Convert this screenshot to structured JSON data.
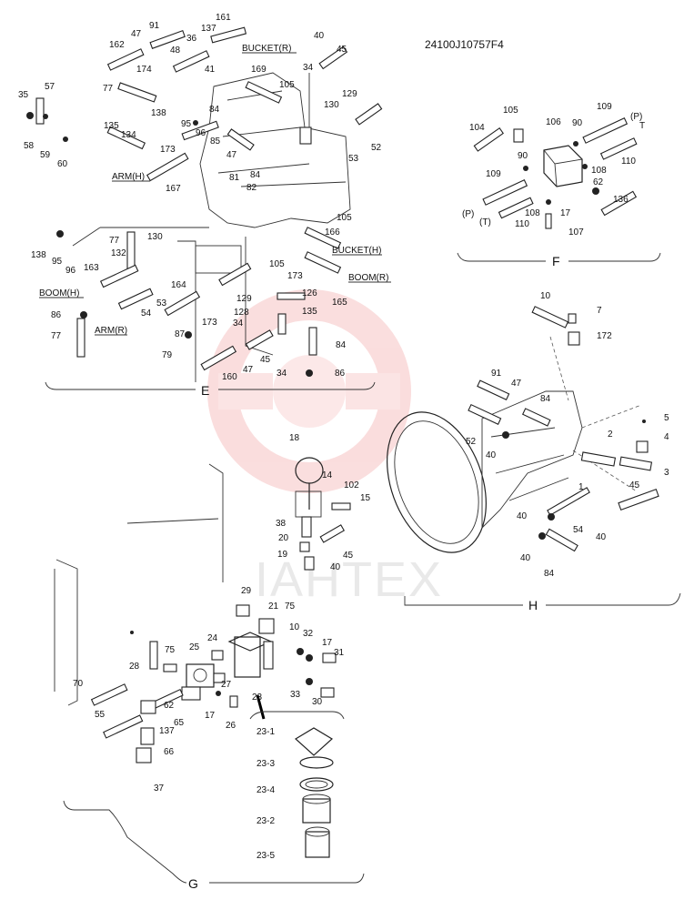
{
  "drawing_code": "24100J10757F4",
  "watermark": "IAHTEX",
  "sections": {
    "E": "E",
    "F": "F",
    "G": "G",
    "H": "H"
  },
  "hose_labels": {
    "bucket_r": "BUCKET(R)",
    "arm_h": "ARM(H)",
    "bucket_h": "BUCKET(H)",
    "boom_r": "BOOM(R)",
    "boom_h": "BOOM(H)",
    "arm_r": "ARM(R)"
  },
  "port_labels": {
    "p1": "(P)",
    "t1": "T",
    "p2": "(P)",
    "t2": "(T)"
  },
  "part_numbers_E": [
    "91",
    "161",
    "137",
    "162",
    "47",
    "36",
    "48",
    "40",
    "45",
    "174",
    "41",
    "34",
    "57",
    "169",
    "105",
    "35",
    "77",
    "138",
    "95",
    "96",
    "84",
    "129",
    "130",
    "52",
    "135",
    "134",
    "85",
    "58",
    "59",
    "60",
    "173",
    "47",
    "84",
    "53",
    "81",
    "82",
    "167",
    "77",
    "130",
    "138",
    "95",
    "96",
    "132",
    "163",
    "166",
    "105",
    "173",
    "165",
    "53",
    "164",
    "129",
    "86",
    "77",
    "54",
    "173",
    "128",
    "126",
    "135",
    "87",
    "34",
    "79",
    "47",
    "45",
    "160",
    "84",
    "34",
    "86"
  ],
  "part_numbers_F": [
    "105",
    "106",
    "109",
    "104",
    "90",
    "110",
    "108",
    "109",
    "62",
    "136",
    "90",
    "17",
    "108",
    "110",
    "107"
  ],
  "part_numbers_G": [
    "18",
    "14",
    "102",
    "15",
    "38",
    "20",
    "45",
    "19",
    "40",
    "29",
    "21",
    "75",
    "10",
    "24",
    "32",
    "17",
    "31",
    "25",
    "75",
    "28",
    "27",
    "33",
    "30",
    "70",
    "62",
    "17",
    "26",
    "23",
    "55",
    "65",
    "137",
    "66",
    "37",
    "23-1",
    "23-3",
    "23-4",
    "23-2",
    "23-5"
  ],
  "part_numbers_H": [
    "10",
    "7",
    "172",
    "91",
    "47",
    "84",
    "5",
    "4",
    "52",
    "40",
    "2",
    "3",
    "1",
    "40",
    "54",
    "45",
    "40",
    "40",
    "84"
  ]
}
